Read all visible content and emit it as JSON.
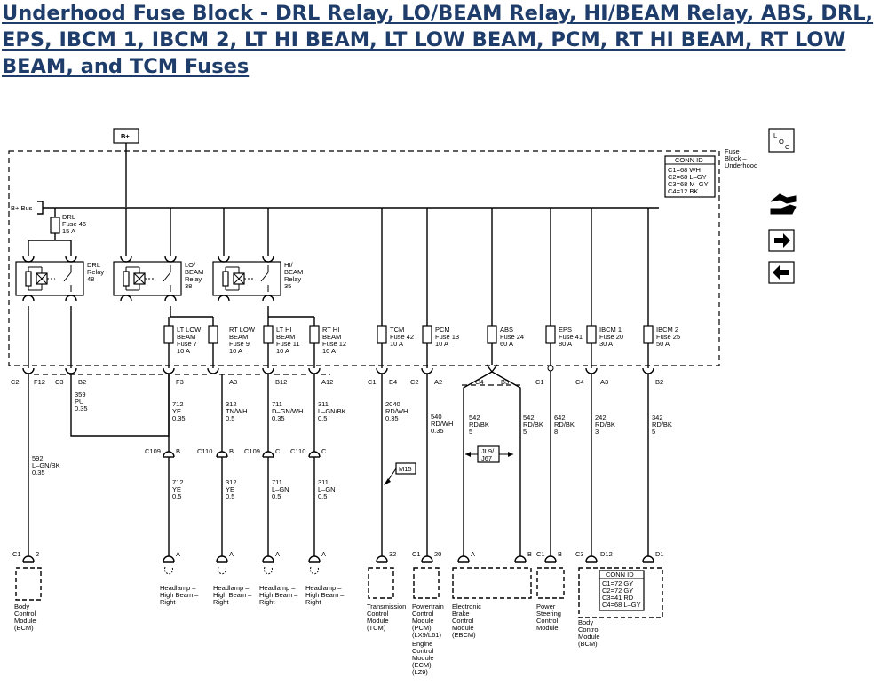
{
  "title": "Underhood Fuse Block - DRL Relay, LO/BEAM Relay, HI/BEAM Relay, ABS, DRL, EPS, IBCM 1, IBCM 2, LT HI BEAM, LT LOW BEAM, PCM, RT HI BEAM, RT LOW BEAM, and TCM Fuses",
  "diagram": {
    "power_label": "B+",
    "bus_label": "B+ Bus",
    "block_label": [
      "Fuse",
      "Block –",
      "Underhood"
    ],
    "conn_id_top": {
      "title": "CONN ID",
      "lines": [
        "C1=68 WH",
        "C2=68 L–GY",
        "C3=68 M–GY",
        "C4=12 BK"
      ]
    },
    "conn_id_bcm": {
      "title": "CONN ID",
      "lines": [
        "C1=72 GY",
        "C2=72 GY",
        "C3=41 RD",
        "C4=68 L–GY"
      ]
    },
    "loc_icon": [
      "L",
      "O",
      "C"
    ],
    "relays": [
      {
        "lines": [
          "DRL",
          "Relay",
          "48"
        ]
      },
      {
        "lines": [
          "LO/",
          "BEAM",
          "Relay",
          "38"
        ]
      },
      {
        "lines": [
          "HI/",
          "BEAM",
          "Relay",
          "35"
        ]
      }
    ],
    "drl_fuse": [
      "DRL",
      "Fuse 46",
      "15 A"
    ],
    "fuses": [
      {
        "lines": [
          "LT LOW",
          "BEAM",
          "Fuse 7",
          "10 A"
        ]
      },
      {
        "lines": [
          "RT LOW",
          "BEAM",
          "Fuse 9",
          "10 A"
        ]
      },
      {
        "lines": [
          "LT HI",
          "BEAM",
          "Fuse 11",
          "10 A"
        ]
      },
      {
        "lines": [
          "RT HI",
          "BEAM",
          "Fuse 12",
          "10 A"
        ]
      },
      {
        "lines": [
          "TCM",
          "Fuse 42",
          "10 A"
        ]
      },
      {
        "lines": [
          "PCM",
          "Fuse 13",
          "10 A"
        ]
      },
      {
        "lines": [
          "ABS",
          "Fuse 24",
          "60 A"
        ]
      },
      {
        "lines": [
          "EPS",
          "Fuse 41",
          "80 A"
        ]
      },
      {
        "lines": [
          "IBCM 1",
          "Fuse 20",
          "30 A"
        ]
      },
      {
        "lines": [
          "IBCM 2",
          "Fuse 25",
          "50 A"
        ]
      }
    ],
    "block_pins": [
      {
        "conn": "C2",
        "pin": "F12"
      },
      {
        "conn": "C3",
        "pin": "B2"
      },
      {
        "conn": "",
        "pin": "F3"
      },
      {
        "conn": "",
        "pin": "A3"
      },
      {
        "conn": "",
        "pin": "B12"
      },
      {
        "conn": "",
        "pin": "A12"
      },
      {
        "conn": "C1",
        "pin": "E4"
      },
      {
        "conn": "C2",
        "pin": "A2"
      },
      {
        "conn": "C4",
        "pin": "B3"
      },
      {
        "conn": "C1",
        "pin": ""
      },
      {
        "conn": "C4",
        "pin": "A3"
      },
      {
        "conn": "",
        "pin": "B2"
      }
    ],
    "wires": [
      {
        "lines": [
          "359",
          "PU",
          "0.35"
        ]
      },
      {
        "lines": [
          "592",
          "L–GN/BK",
          "0.35"
        ]
      },
      {
        "lines": [
          "712",
          "YE",
          "0.35"
        ]
      },
      {
        "lines": [
          "312",
          "TN/WH",
          "0.5"
        ]
      },
      {
        "lines": [
          "711",
          "D–GN/WH",
          "0.35"
        ]
      },
      {
        "lines": [
          "311",
          "L–GN/BK",
          "0.5"
        ]
      },
      {
        "lines": [
          "2040",
          "RD/WH",
          "0.35"
        ]
      },
      {
        "lines": [
          "540",
          "RD/WH",
          "0.35"
        ]
      },
      {
        "lines": [
          "542",
          "RD/BK",
          "5"
        ]
      },
      {
        "lines": [
          "542",
          "RD/BK",
          "5"
        ]
      },
      {
        "lines": [
          "642",
          "RD/BK",
          "8"
        ]
      },
      {
        "lines": [
          "242",
          "RD/BK",
          "3"
        ]
      },
      {
        "lines": [
          "342",
          "RD/BK",
          "5"
        ]
      },
      {
        "lines": [
          "712",
          "YE",
          "0.5"
        ]
      },
      {
        "lines": [
          "312",
          "YE",
          "0.5"
        ]
      },
      {
        "lines": [
          "711",
          "L–GN",
          "0.5"
        ]
      },
      {
        "lines": [
          "311",
          "L–GN",
          "0.5"
        ]
      }
    ],
    "inline_conns": [
      {
        "conn": "C109",
        "pin": "B"
      },
      {
        "conn": "C110",
        "pin": "B"
      },
      {
        "conn": "C109",
        "pin": "C"
      },
      {
        "conn": "C110",
        "pin": "C"
      }
    ],
    "splice": "JL9/\nJ67",
    "splice_lines": [
      "JL9/",
      "J67"
    ],
    "ref_tag": "M15",
    "bottom_pins": [
      {
        "conn": "C1",
        "pin": "2"
      },
      {
        "conn": "",
        "pin": "A"
      },
      {
        "conn": "",
        "pin": "A"
      },
      {
        "conn": "",
        "pin": "A"
      },
      {
        "conn": "",
        "pin": "A"
      },
      {
        "conn": "",
        "pin": "32"
      },
      {
        "conn": "C1",
        "pin": "20"
      },
      {
        "conn": "",
        "pin": "A"
      },
      {
        "conn": "",
        "pin": "B"
      },
      {
        "conn": "C1",
        "pin": "B"
      },
      {
        "conn": "C3",
        "pin": "D12"
      },
      {
        "conn": "",
        "pin": "D1"
      }
    ],
    "components": [
      {
        "lines": [
          "Body",
          "Control",
          "Module",
          "(BCM)"
        ]
      },
      {
        "lines": [
          "Headlamp –",
          "High Beam –",
          "Right"
        ]
      },
      {
        "lines": [
          "Headlamp –",
          "High Beam –",
          "Right"
        ]
      },
      {
        "lines": [
          "Headlamp –",
          "High Beam –",
          "Right"
        ]
      },
      {
        "lines": [
          "Headlamp –",
          "High Beam –",
          "Right"
        ]
      },
      {
        "lines": [
          "Transmission",
          "Control",
          "Module",
          "(TCM)"
        ]
      },
      {
        "lines": [
          "Powertrain",
          "Control",
          "Module",
          "(PCM)",
          "(LX9/L61)",
          "",
          "Engine",
          "Control",
          "Module",
          "(ECM)",
          "(LZ9)"
        ]
      },
      {
        "lines": [
          "Electronic",
          "Brake",
          "Control",
          "Module",
          "(EBCM)"
        ]
      },
      {
        "lines": [
          "Power",
          "Steering",
          "Control",
          "Module"
        ]
      },
      {
        "lines": [
          "Body",
          "Control",
          "Module",
          "(BCM)"
        ]
      }
    ]
  }
}
